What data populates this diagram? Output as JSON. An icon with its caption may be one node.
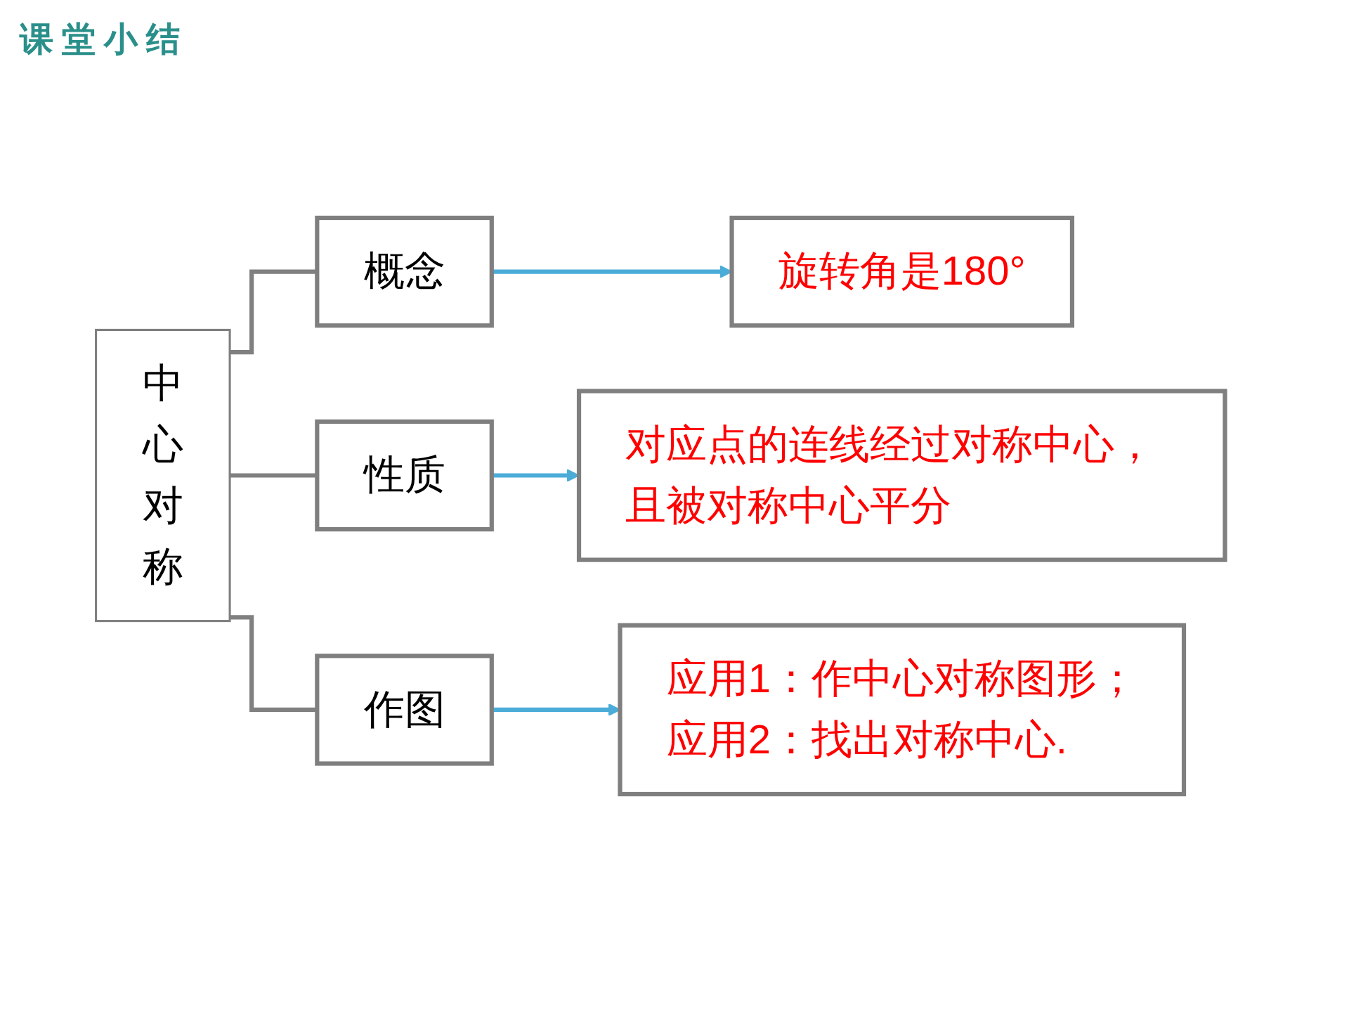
{
  "diagram": {
    "title": "课堂小结",
    "nodes": [
      {
        "text": [
          "中心对称"
        ]
      },
      {
        "text": [
          "概念"
        ]
      },
      {
        "text": [
          "性质"
        ]
      },
      {
        "text": [
          "作图"
        ]
      },
      {
        "text": [
          "旋转角是180°"
        ]
      },
      {
        "text": [
          "对应点的连线经过对称中心，且被对称中心平分"
        ]
      },
      {
        "text": [
          "应用1：作中心对称图形；",
          "应用2：找出对称中心."
        ]
      }
    ],
    "edges": [
      {
        "from": 0,
        "to": 1,
        "arrow": "none",
        "color": "#808080"
      },
      {
        "from": 0,
        "to": 2,
        "arrow": "none",
        "color": "#808080"
      },
      {
        "from": 0,
        "to": 3,
        "arrow": "none",
        "color": "#808080"
      },
      {
        "from": 1,
        "to": 4,
        "arrow": "to",
        "color": "#4bacd8"
      },
      {
        "from": 2,
        "to": 5,
        "arrow": "to",
        "color": "#4bacd8"
      },
      {
        "from": 3,
        "to": 6,
        "arrow": "to",
        "color": "#4bacd8"
      }
    ]
  }
}
